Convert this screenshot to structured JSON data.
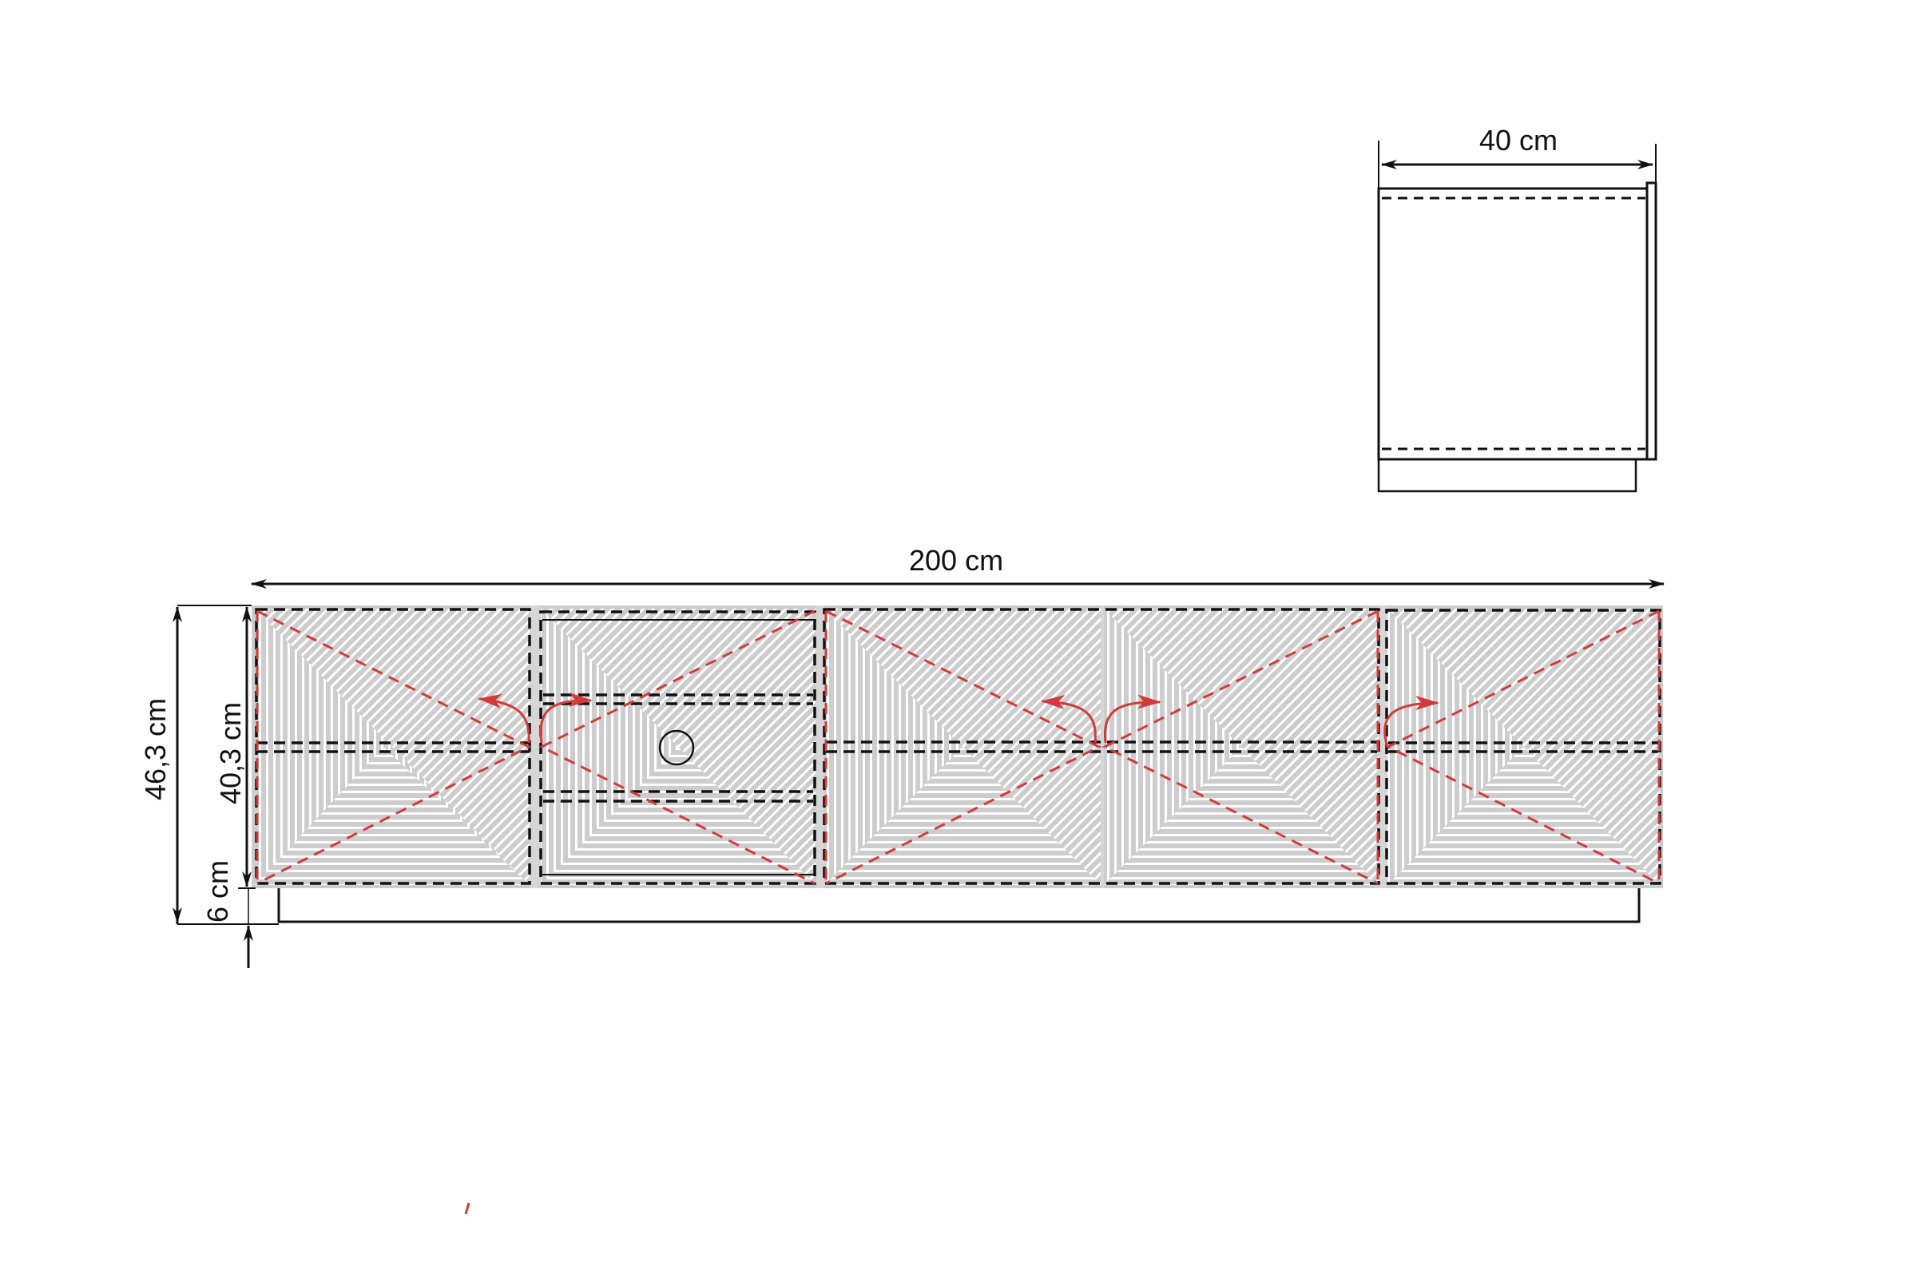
{
  "drawing": {
    "title": "TV cabinet dimension drawing",
    "colors": {
      "line": "#111111",
      "panel_fill": "#cdcdcd",
      "stripe": "#ffffff",
      "hinge_red": "#d33a3a"
    }
  },
  "side_view": {
    "depth_label": "40 cm"
  },
  "front_view": {
    "width_label": "200 cm",
    "total_height_label": "46,3 cm",
    "body_height_label": "40,3 cm",
    "plinth_height_label": "6 cm",
    "sections": [
      {
        "type": "door",
        "opens": "left"
      },
      {
        "type": "drawer",
        "handle": "round"
      },
      {
        "type": "door",
        "opens": "left"
      },
      {
        "type": "door",
        "opens": "right"
      },
      {
        "type": "door",
        "opens": "right"
      }
    ]
  }
}
